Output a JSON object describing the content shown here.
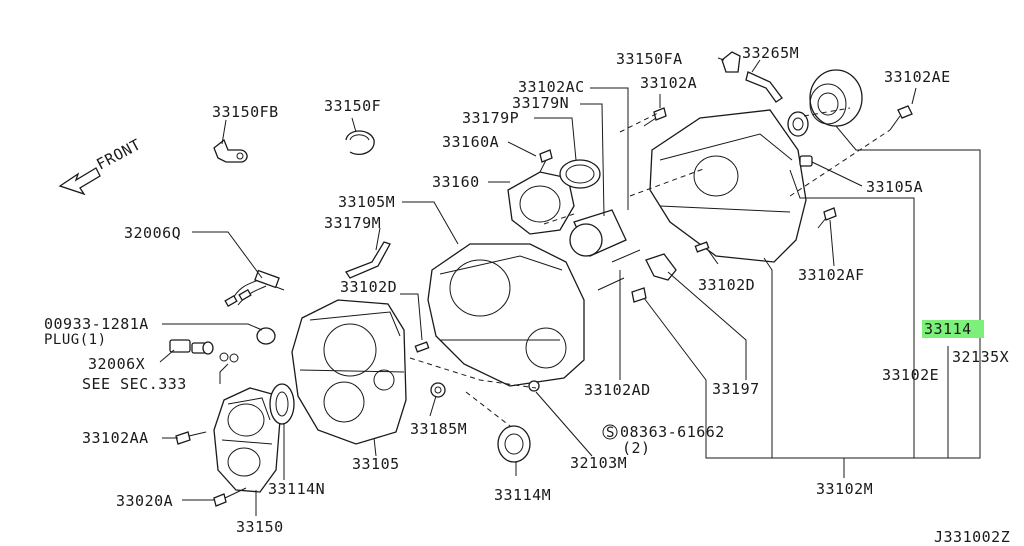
{
  "front_label": "FRONT",
  "drawing_code": "J331002Z",
  "parts": {
    "p33150FB": "33150FB",
    "p33150F": "33150F",
    "p32006Q": "32006Q",
    "p00933": "00933-1281A",
    "plug": "PLUG(1)",
    "p32006X": "32006X",
    "seesec": "SEE SEC.333",
    "p33102AA": "33102AA",
    "p33020A": "33020A",
    "p33150": "33150",
    "p33114N": "33114N",
    "p33105": "33105",
    "p33185M": "33185M",
    "p33114M": "33114M",
    "p32103M": "32103M",
    "p08363": "08363-61662",
    "p08363qty": "(2)",
    "p33105M": "33105M",
    "p33179M": "33179M",
    "p33102D_1": "33102D",
    "p33160": "33160",
    "p33160A": "33160A",
    "p33179P": "33179P",
    "p33179N": "33179N",
    "p33102AC": "33102AC",
    "p33102A": "33102A",
    "p33150FA": "33150FA",
    "p33265M": "33265M",
    "p33102AE": "33102AE",
    "p33105A": "33105A",
    "p33102AF": "33102AF",
    "p33102D_2": "33102D",
    "p33102AD": "33102AD",
    "p33197": "33197",
    "p33114": "33114",
    "p32135X": "32135X",
    "p33102E": "33102E",
    "p33102M": "33102M"
  },
  "highlight_color": "#7df07a"
}
